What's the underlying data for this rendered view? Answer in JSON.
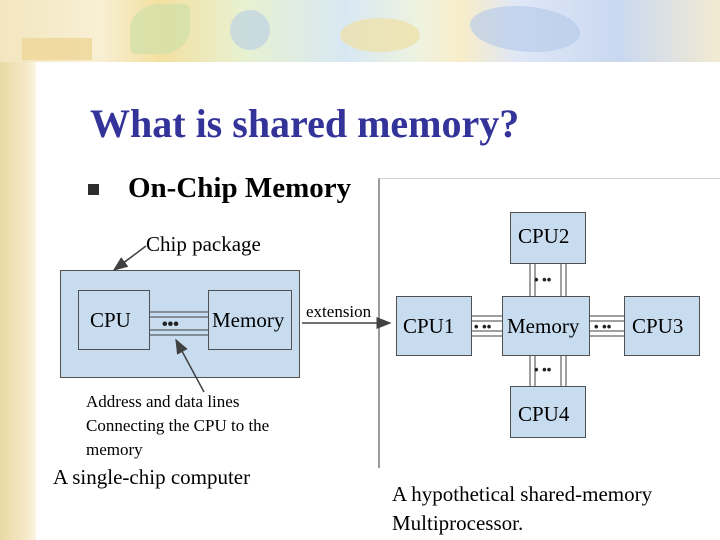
{
  "slide": {
    "title": "What is shared memory?",
    "bullet_text": "On-Chip Memory",
    "left": {
      "chip_package_label": "Chip package",
      "cpu_label": "CPU",
      "memory_label": "Memory",
      "address_label_1": "Address and data lines",
      "address_label_2": "Connecting the CPU to the",
      "address_label_3": "memory",
      "caption": "A single-chip computer"
    },
    "extension_label": "extension",
    "right": {
      "cpu1_label": "CPU1",
      "cpu2_label": "CPU2",
      "cpu3_label": "CPU3",
      "cpu4_label": "CPU4",
      "memory_label": "Memory",
      "caption_line1": "A hypothetical shared-memory",
      "caption_line2": "Multiprocessor."
    }
  },
  "colors": {
    "title": "#333399",
    "box_fill": "#c8dcf0",
    "line": "#404040"
  }
}
